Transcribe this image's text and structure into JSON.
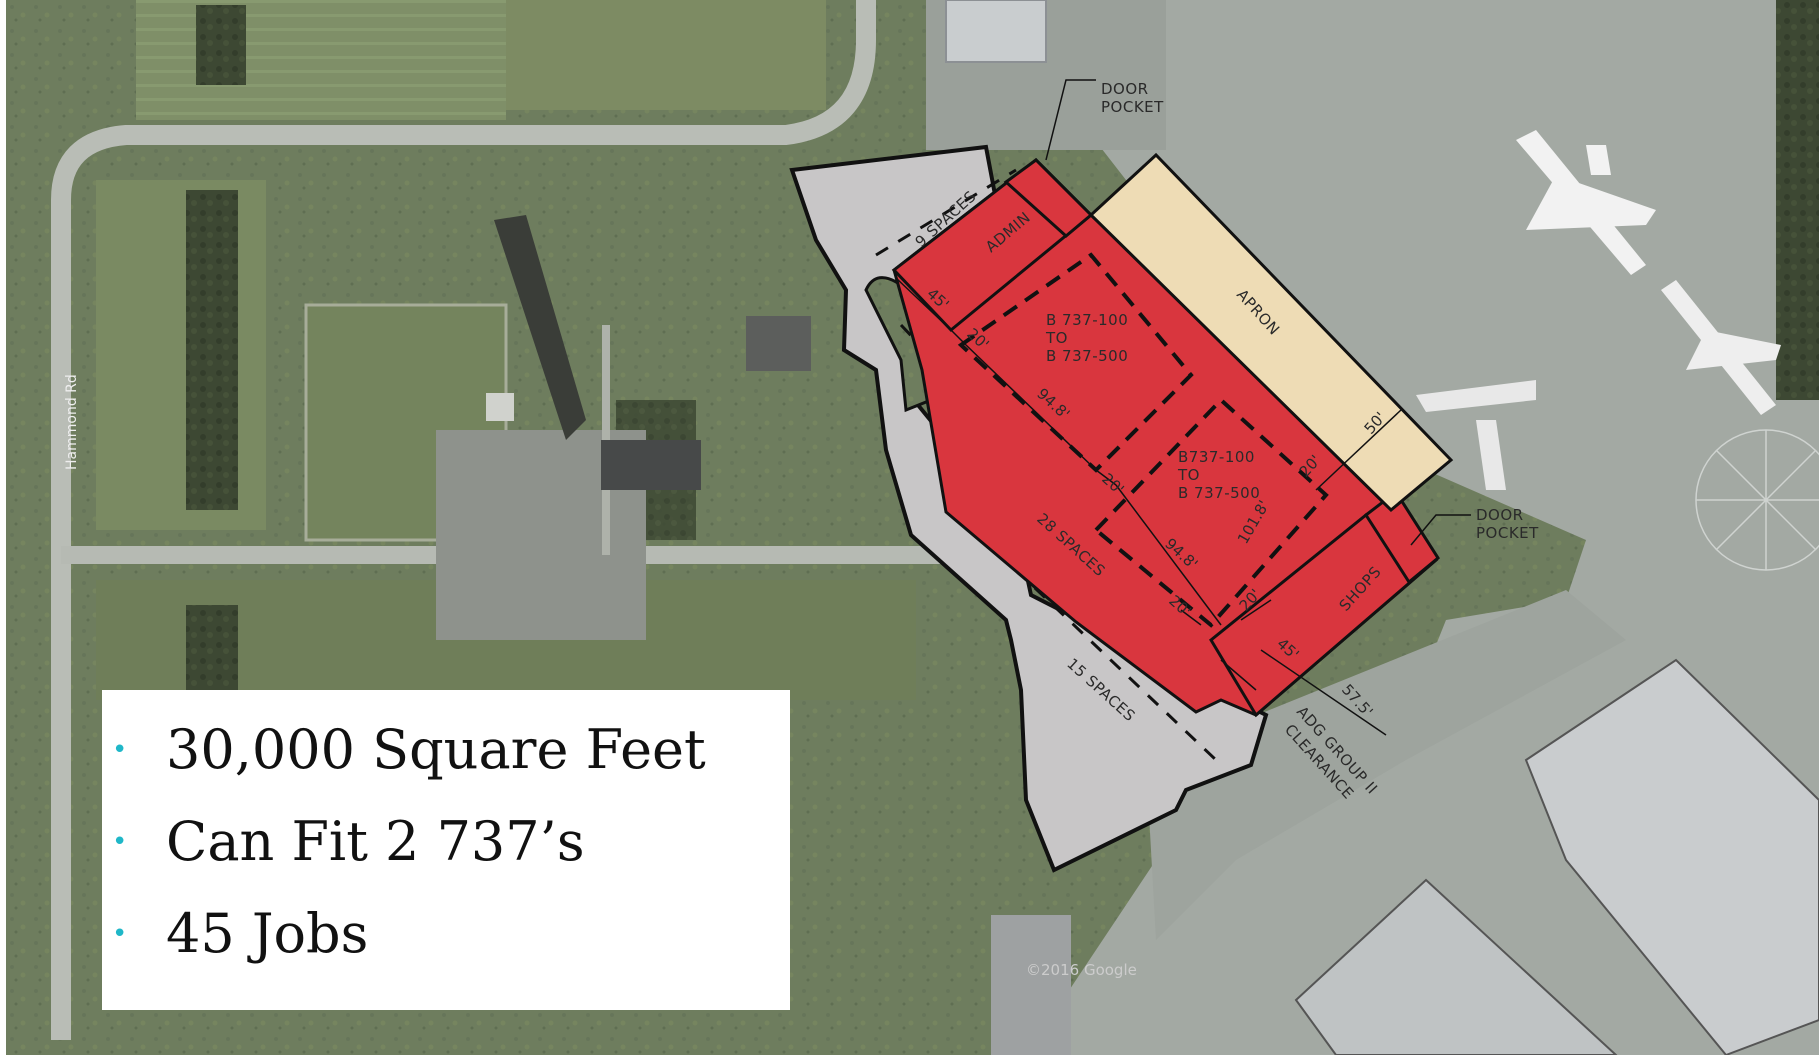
{
  "map": {
    "road_label": "Hammond Rd",
    "attribution": "©2016 Google",
    "building_labels": {
      "admin": "ADMIN",
      "apron": "APRON",
      "shops": "SHOPS",
      "bay_1": [
        "B 737-100",
        "TO",
        "B 737-500"
      ],
      "bay_2": [
        "B737-100",
        "TO",
        "B 737-500"
      ]
    },
    "callout_labels": {
      "door_pocket_top": [
        "DOOR",
        "POCKET"
      ],
      "door_pocket_right": [
        "DOOR",
        "POCKET"
      ],
      "adg_clearance": [
        "ADG GROUP II",
        "CLEARANCE"
      ]
    },
    "parking_labels": {
      "lot_9": "9 SPACES",
      "lot_28": "28 SPACES",
      "lot_15": "15 SPACES"
    },
    "dimensions": [
      "45'",
      "20'",
      "94.8'",
      "20'",
      "20'",
      "50'",
      "94.8'",
      "101.8'",
      "20'",
      "20'",
      "45'",
      "57.5'"
    ],
    "colors": {
      "hangar_fill": "#d9363e",
      "apron_fill": "#eedcb5",
      "parking_fill": "#c8c6c7",
      "bullet": "#1fb7c8"
    }
  },
  "callout": {
    "items": [
      {
        "bullet": "•",
        "text": "30,000 Square Feet"
      },
      {
        "bullet": "•",
        "text": "Can Fit 2 737’s"
      },
      {
        "bullet": "•",
        "text": "45 Jobs"
      }
    ]
  }
}
